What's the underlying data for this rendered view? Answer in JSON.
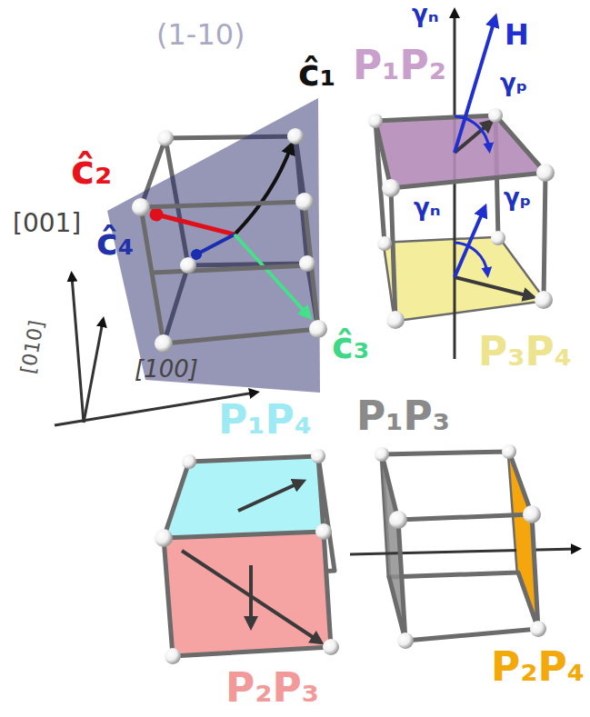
{
  "diagram": {
    "labels": [
      "(1-10)",
      "ĉ₁",
      "ĉ₂",
      "ĉ₄",
      "ĉ₃",
      "[001]",
      "[010]",
      "[100]",
      "P₁P₂",
      "γₙ",
      "H",
      "γₚ",
      "γₙ",
      "γₚ",
      "P₃P₄",
      "P₁P₄",
      "P₁P₃",
      "P₂P₃",
      "P₂P₄"
    ]
  }
}
